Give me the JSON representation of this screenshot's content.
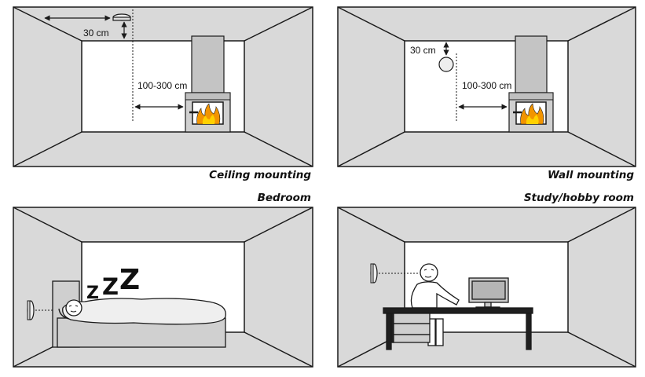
{
  "panels": {
    "ceiling": {
      "caption": "Ceiling mounting",
      "ceiling_gap": "30 cm",
      "fireplace_distance": "100-300 cm"
    },
    "wall": {
      "caption": "Wall mounting",
      "wall_gap": "30 cm",
      "fireplace_distance": "100-300 cm"
    },
    "bedroom": {
      "caption": "Bedroom",
      "sleep_z1": "Z",
      "sleep_z2": "Z",
      "sleep_z3": "Z"
    },
    "study": {
      "caption": "Study/hobby room"
    }
  },
  "colors": {
    "wall": "#d9d9d9",
    "back_wall": "#ffffff",
    "line": "#1a1a1a",
    "chimney": "#c4c4c4",
    "fire": "#f29400",
    "fire_inner": "#ffd000"
  }
}
